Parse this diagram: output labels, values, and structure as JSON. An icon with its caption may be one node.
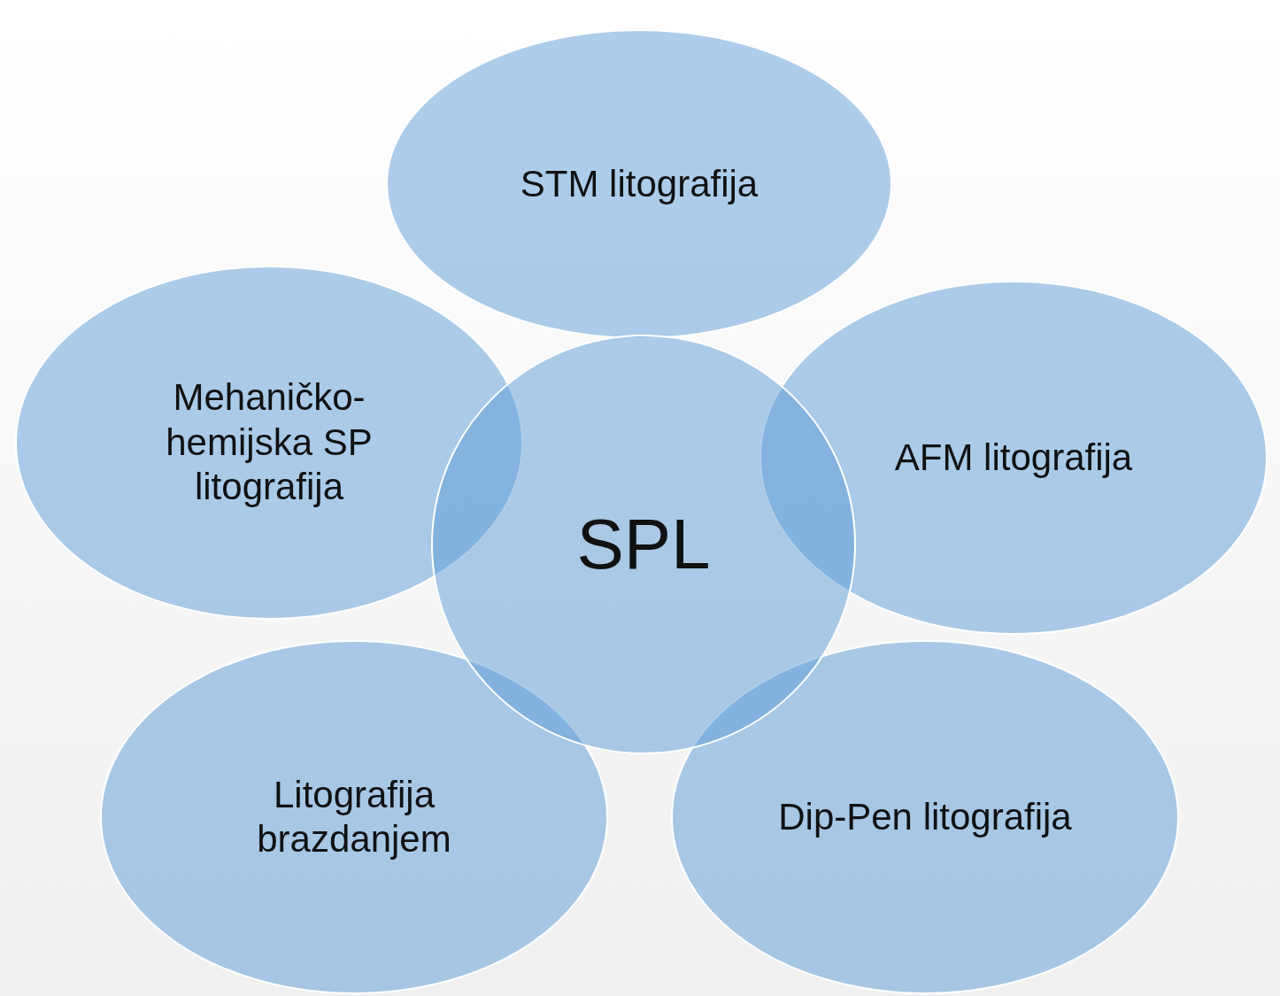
{
  "diagram": {
    "nodes": [
      {
        "text": [
          "STM litografija"
        ]
      },
      {
        "text": [
          "Mehaničko-hemijska SP litografija"
        ]
      },
      {
        "text": [
          "AFM litografija"
        ]
      },
      {
        "text": [
          "SPL"
        ]
      },
      {
        "text": [
          "Litografija brazdanjem"
        ]
      },
      {
        "text": [
          "Dip-Pen litografija"
        ]
      }
    ]
  }
}
